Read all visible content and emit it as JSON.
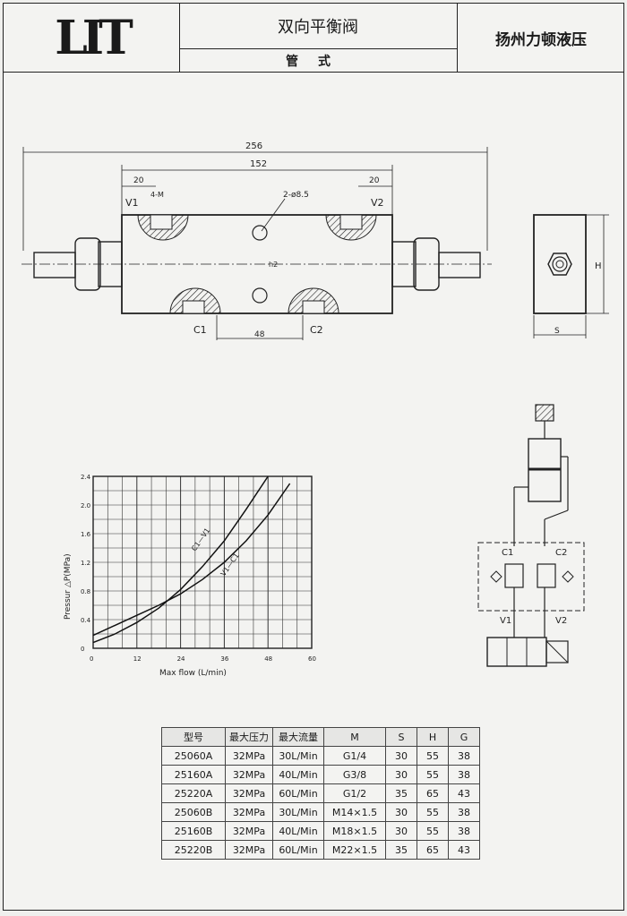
{
  "header": {
    "logo": "LIT",
    "title": "双向平衡阀",
    "subtitle": "管式",
    "company": "扬州力顿液压"
  },
  "drawing": {
    "dim_overall": "256",
    "dim_body": "152",
    "dim_port_left": "20",
    "dim_port_right": "20",
    "port_thread": "4-M",
    "hole_spec": "2-ø8.5",
    "dim_center": "48",
    "dim_offset": "h2",
    "v1_label": "V1",
    "v2_label": "V2",
    "c1_label": "C1",
    "c2_label": "C2",
    "side_h": "H",
    "side_s": "S"
  },
  "chart_data": {
    "type": "line",
    "xlabel": "Max flow (L/min)",
    "ylabel": "Pressur △P(MPa)",
    "x_ticks": [
      "0",
      "12",
      "24",
      "36",
      "48",
      "60"
    ],
    "y_ticks": [
      "0",
      "0.4",
      "0.8",
      "1.2",
      "1.6",
      "2.0",
      "2.4"
    ],
    "xlim": [
      0,
      60
    ],
    "ylim": [
      0,
      2.4
    ],
    "grid": true,
    "series": [
      {
        "name": "C1—V1",
        "x": [
          0,
          6,
          12,
          18,
          24,
          30,
          36,
          42,
          48
        ],
        "y": [
          0.08,
          0.2,
          0.36,
          0.56,
          0.82,
          1.14,
          1.5,
          1.94,
          2.4
        ]
      },
      {
        "name": "V1—C1",
        "x": [
          0,
          6,
          12,
          18,
          24,
          30,
          36,
          42,
          48,
          54
        ],
        "y": [
          0.18,
          0.32,
          0.46,
          0.6,
          0.76,
          0.96,
          1.2,
          1.5,
          1.86,
          2.3
        ]
      }
    ]
  },
  "schematic": {
    "c1": "C1",
    "c2": "C2",
    "v1": "V1",
    "v2": "V2"
  },
  "table": {
    "headers": [
      "型号",
      "最大压力",
      "最大流量",
      "M",
      "S",
      "H",
      "G"
    ],
    "rows": [
      [
        "25060A",
        "32MPa",
        "30L/Min",
        "G1/4",
        "30",
        "55",
        "38"
      ],
      [
        "25160A",
        "32MPa",
        "40L/Min",
        "G3/8",
        "30",
        "55",
        "38"
      ],
      [
        "25220A",
        "32MPa",
        "60L/Min",
        "G1/2",
        "35",
        "65",
        "43"
      ],
      [
        "25060B",
        "32MPa",
        "30L/Min",
        "M14×1.5",
        "30",
        "55",
        "38"
      ],
      [
        "25160B",
        "32MPa",
        "40L/Min",
        "M18×1.5",
        "30",
        "55",
        "38"
      ],
      [
        "25220B",
        "32MPa",
        "60L/Min",
        "M22×1.5",
        "35",
        "65",
        "43"
      ]
    ]
  }
}
